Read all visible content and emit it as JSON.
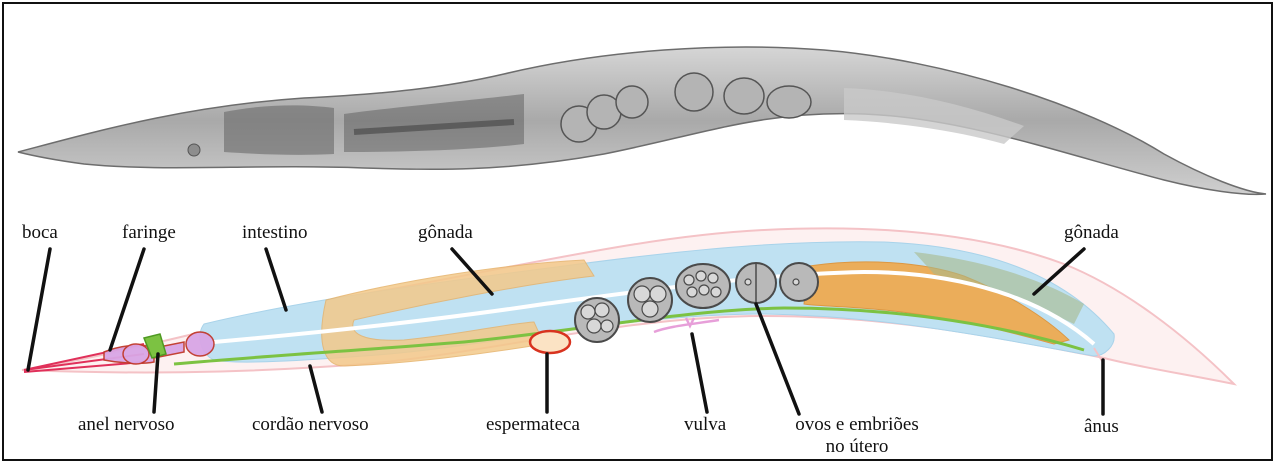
{
  "labels": {
    "boca": "boca",
    "faringe": "faringe",
    "intestino": "intestino",
    "gonada_left": "gônada",
    "gonada_right": "gônada",
    "anel_nervoso": "anel nervoso",
    "cordao_nervoso": "cordão nervoso",
    "espermateca": "espermateca",
    "vulva": "vulva",
    "ovos_line1": "ovos e embriões",
    "ovos_line2": "no útero",
    "anus": "ânus"
  },
  "colors": {
    "body_outline": "#f4c2c6",
    "intestine": "#bfe1f2",
    "gonad": "#f3c98a",
    "gonad_dark": "#f0a84a",
    "nerve": "#7cc242",
    "mouth": "#e0305a",
    "pharynx": "#d9a6e6",
    "spermatheca": "#d8331f",
    "embryo": "#b9b9b9",
    "vulva": "#e79fd9",
    "pointer": "#111111"
  }
}
